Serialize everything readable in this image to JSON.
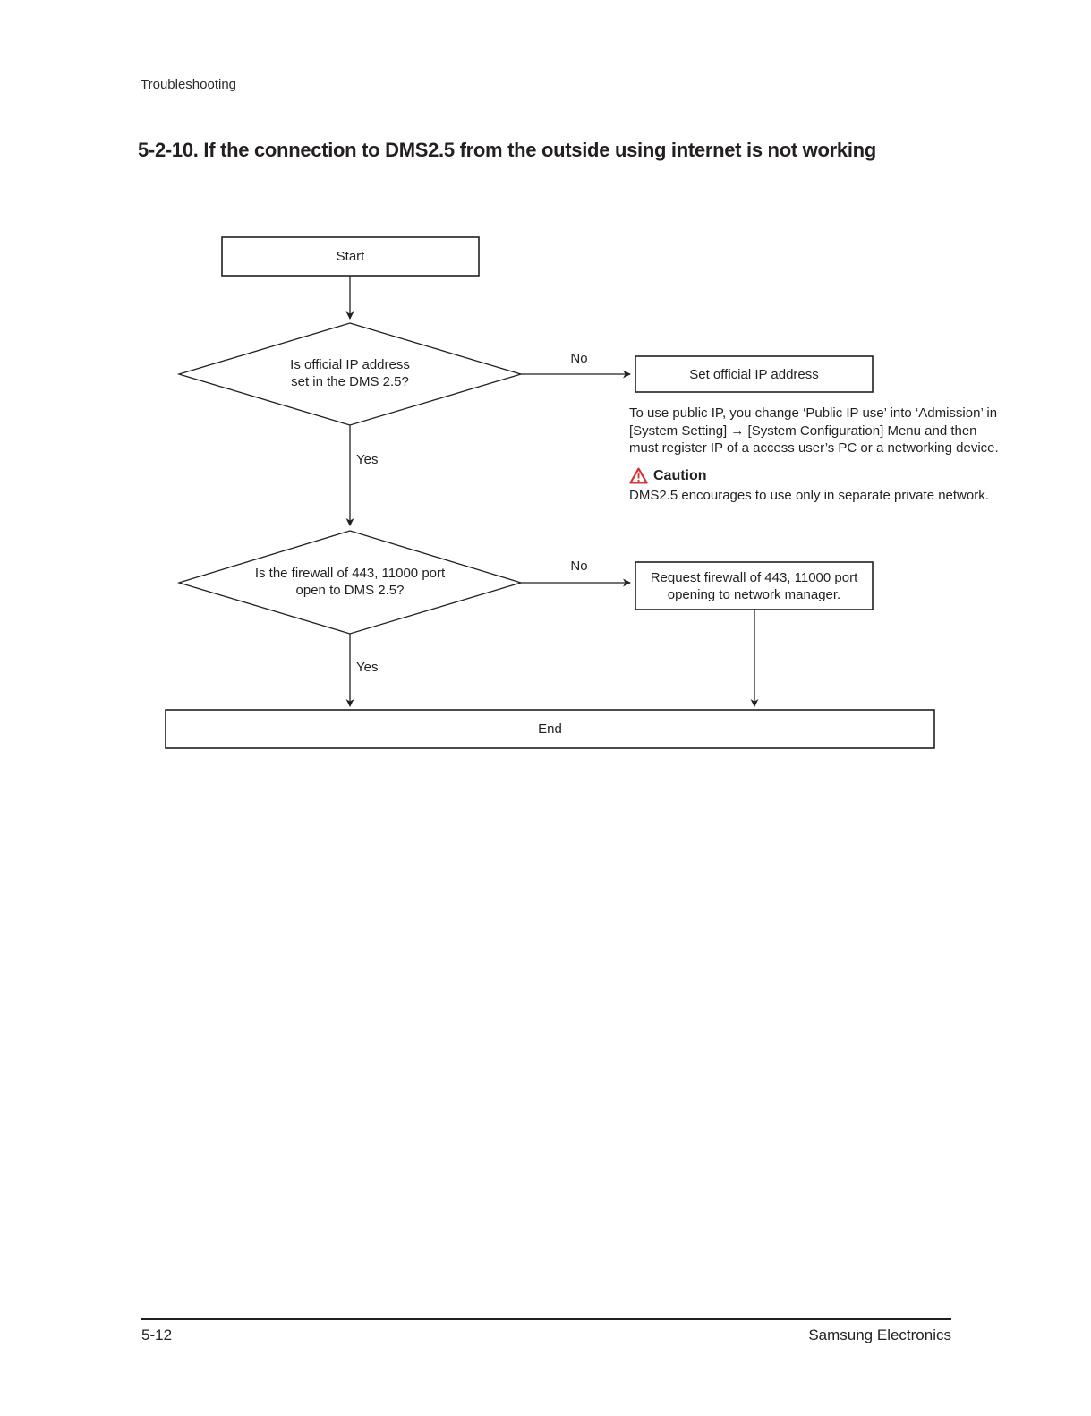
{
  "page": {
    "header": "Troubleshooting",
    "title": "5-2-10. If the connection to DMS2.5 from the outside using internet is not working",
    "footer": {
      "page_number": "5-12",
      "company": "Samsung Electronics"
    }
  },
  "flowchart": {
    "start": {
      "label": "Start"
    },
    "decision1": {
      "label": "Is official IP address\nset in the DMS 2.5?",
      "no_label": "No",
      "yes_label": "Yes"
    },
    "action_set_ip": {
      "label": "Set official IP address"
    },
    "note": "To use public IP, you change ‘Public IP use’ into ‘Admission’ in\n[System Setting] → [System Configuration] Menu and then\nmust register IP of a access user’s PC or a networking device.",
    "caution": {
      "title": "Caution",
      "text": "DMS2.5 encourages to use only in separate private network."
    },
    "decision2": {
      "label": "Is the firewall of  443, 11000 port\nopen to DMS 2.5?",
      "no_label": "No",
      "yes_label": "Yes"
    },
    "action_request_firewall": {
      "label": "Request firewall of 443, 11000 port\nopening to network manager."
    },
    "end": {
      "label": "End"
    }
  },
  "colors": {
    "line": "#231f20",
    "text": "#231f20",
    "caution_red": "#d8353a"
  }
}
